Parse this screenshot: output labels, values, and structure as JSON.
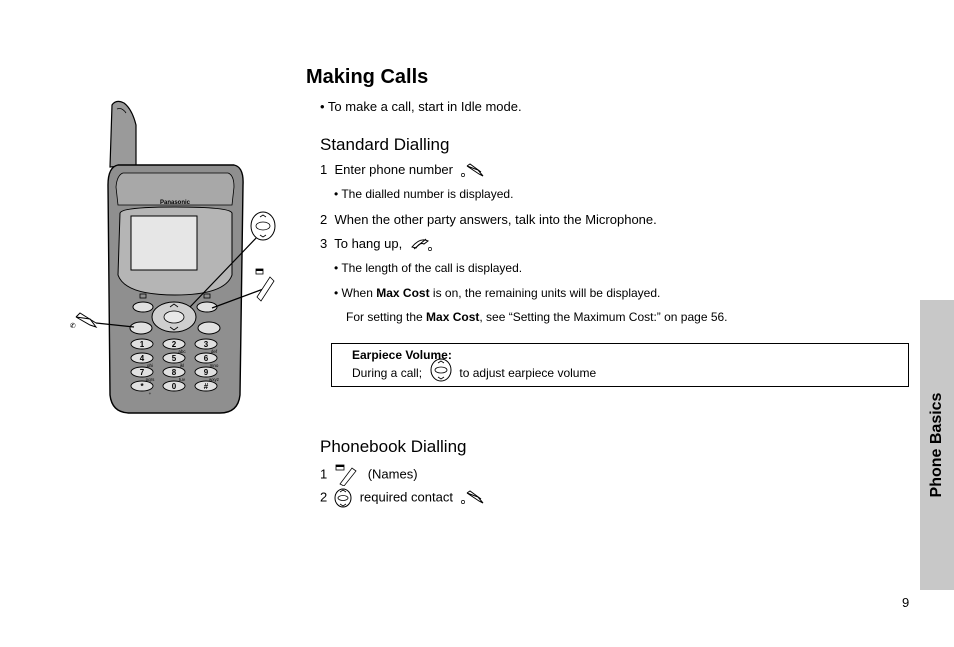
{
  "title": "Making Calls",
  "intro": "• To make a call, start in Idle mode.",
  "standard": {
    "heading": "Standard Dialling",
    "step1_num": "1",
    "step1_text": "Enter phone number",
    "step1_note": "• The dialled number is displayed.",
    "step2_num": "2",
    "step2_text": "When the other party answers, talk into the Microphone.",
    "step3_num": "3",
    "step3_text": "To hang up,",
    "step3_note1": "• The length of the call is displayed.",
    "step3_note2_pre": "• When ",
    "step3_note2_bold": "Max Cost",
    "step3_note2_post": " is on, the remaining units will be displayed.",
    "setting_pre": "For setting the ",
    "setting_bold": "Max Cost",
    "setting_post": ", see “Setting the Maximum Cost:” on page 56."
  },
  "earpiece": {
    "title": "Earpiece Volume:",
    "text_pre": "During a call;",
    "text_post": "to adjust earpiece volume"
  },
  "phonebook": {
    "heading": "Phonebook Dialling",
    "step1_num": "1",
    "step1_text": "(Names)",
    "step2_num": "2",
    "step2_text": "required contact"
  },
  "side_tab": "Phone Basics",
  "page_number": "9",
  "phone": {
    "brand": "Panasonic",
    "keys": [
      {
        "digit": "1",
        "letters": ""
      },
      {
        "digit": "2",
        "letters": "abc"
      },
      {
        "digit": "3",
        "letters": "def"
      },
      {
        "digit": "4",
        "letters": "ghi"
      },
      {
        "digit": "5",
        "letters": "jkl"
      },
      {
        "digit": "6",
        "letters": "mno"
      },
      {
        "digit": "7",
        "letters": "pqrs"
      },
      {
        "digit": "8",
        "letters": "tuv"
      },
      {
        "digit": "9",
        "letters": "wxyz"
      },
      {
        "digit": "*",
        "letters": "+"
      },
      {
        "digit": "0",
        "letters": ""
      },
      {
        "digit": "#",
        "letters": ""
      }
    ]
  }
}
